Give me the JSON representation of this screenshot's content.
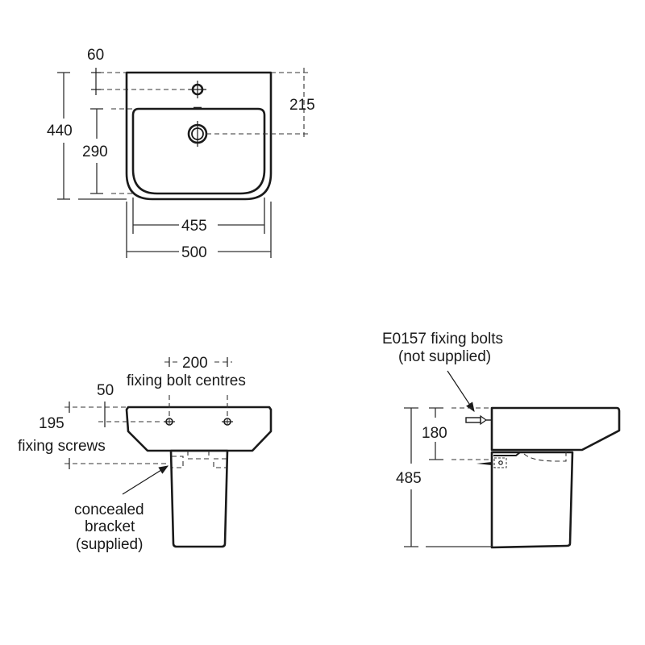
{
  "plan_view": {
    "dims": {
      "tap_hole_offset": "60",
      "waste_from_wall": "215",
      "overall_depth": "440",
      "bowl_depth": "290",
      "bowl_width": "455",
      "overall_width": "500"
    }
  },
  "front_view": {
    "bolt_centres_value": "200",
    "bolt_centres_label": "fixing bolt centres",
    "screw_offset": "50",
    "screw_height": "195",
    "screw_label": "fixing screws",
    "bracket_label_lines": [
      "concealed",
      "bracket",
      "(supplied)"
    ]
  },
  "side_view": {
    "bolts_label_lines": [
      "E0157 fixing bolts",
      "(not supplied)"
    ],
    "bolt_to_bracket": "180",
    "overall_height": "485"
  }
}
